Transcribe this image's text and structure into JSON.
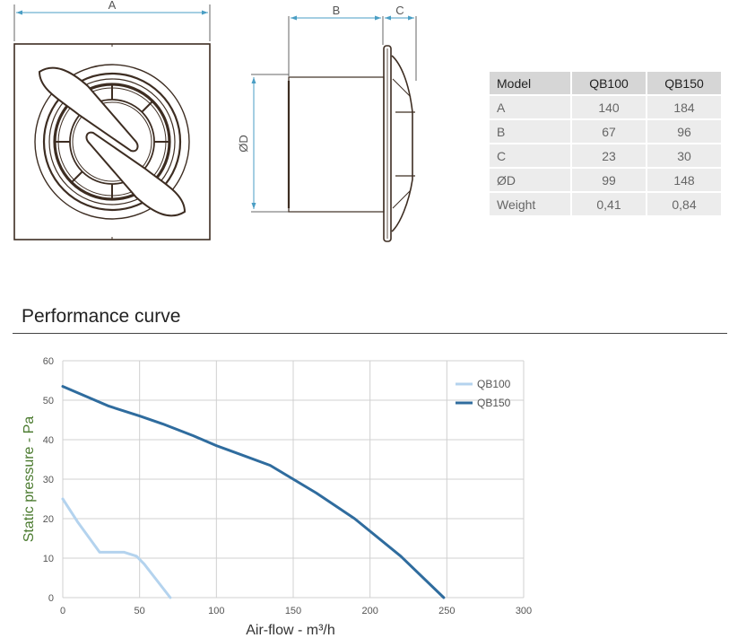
{
  "drawing": {
    "dim_a": "A",
    "dim_b": "B",
    "dim_c": "C",
    "dim_d": "ØD"
  },
  "specs": {
    "header": [
      "Model",
      "QB100",
      "QB150"
    ],
    "rows": [
      [
        "A",
        "140",
        "184"
      ],
      [
        "B",
        "67",
        "96"
      ],
      [
        "C",
        "23",
        "30"
      ],
      [
        "ØD",
        "99",
        "148"
      ],
      [
        "Weight",
        "0,41",
        "0,84"
      ]
    ]
  },
  "section_title": "Performance curve",
  "colors": {
    "qb100": "#b4d3ee",
    "qb150": "#2f6c9e",
    "ylabel": "#4a7a2e",
    "grid": "#d0d0d0"
  },
  "chart_data": {
    "type": "line",
    "xlabel": "Air-flow - m³/h",
    "ylabel": "Static pressure - Pa",
    "xlim": [
      0,
      300
    ],
    "ylim": [
      0,
      60
    ],
    "xticks": [
      "0",
      "50",
      "100",
      "150",
      "200",
      "250",
      "300"
    ],
    "yticks": [
      "0",
      "10",
      "20",
      "30",
      "40",
      "50",
      "60"
    ],
    "grid": true,
    "legend_position": "top-right",
    "series": [
      {
        "name": "QB100",
        "x": [
          0,
          10,
          24,
          35,
          40,
          48,
          53,
          60,
          70
        ],
        "y": [
          25,
          19,
          11.5,
          11.5,
          11.5,
          10.5,
          8.5,
          5,
          0
        ]
      },
      {
        "name": "QB150",
        "x": [
          0,
          30,
          50,
          65,
          85,
          100,
          135,
          165,
          190,
          220,
          248
        ],
        "y": [
          53.5,
          48.5,
          46,
          44,
          41,
          38.5,
          33.5,
          26.5,
          20,
          10.5,
          0
        ]
      }
    ]
  }
}
